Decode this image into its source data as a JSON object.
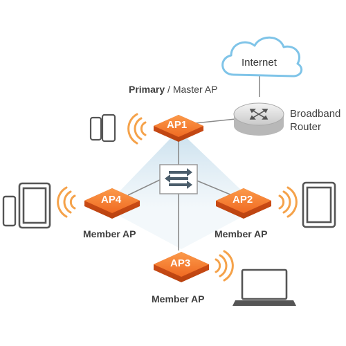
{
  "cloud": {
    "label": "Internet"
  },
  "router": {
    "line1": "Broadband",
    "line2": "Router"
  },
  "master": {
    "prefix": "Primary",
    "separator": " / ",
    "rest": "Master AP"
  },
  "aps": [
    {
      "id": "AP1",
      "caption": ""
    },
    {
      "id": "AP2",
      "caption": "Member AP"
    },
    {
      "id": "AP3",
      "caption": "Member AP"
    },
    {
      "id": "AP4",
      "caption": "Member AP"
    }
  ],
  "colors": {
    "ap_orange": "#f26a25",
    "ap_orange_light": "#f8923f",
    "cloud_stroke": "#7fc4e8",
    "cone": "#cfe3ef",
    "line": "#8a8a8a",
    "device": "#555555",
    "signal": "#f5a24a"
  },
  "icons": [
    "cloud-icon",
    "router-icon",
    "switch-icon",
    "phone-icon",
    "tablet-icon",
    "laptop-icon",
    "wifi-signal-icon"
  ]
}
